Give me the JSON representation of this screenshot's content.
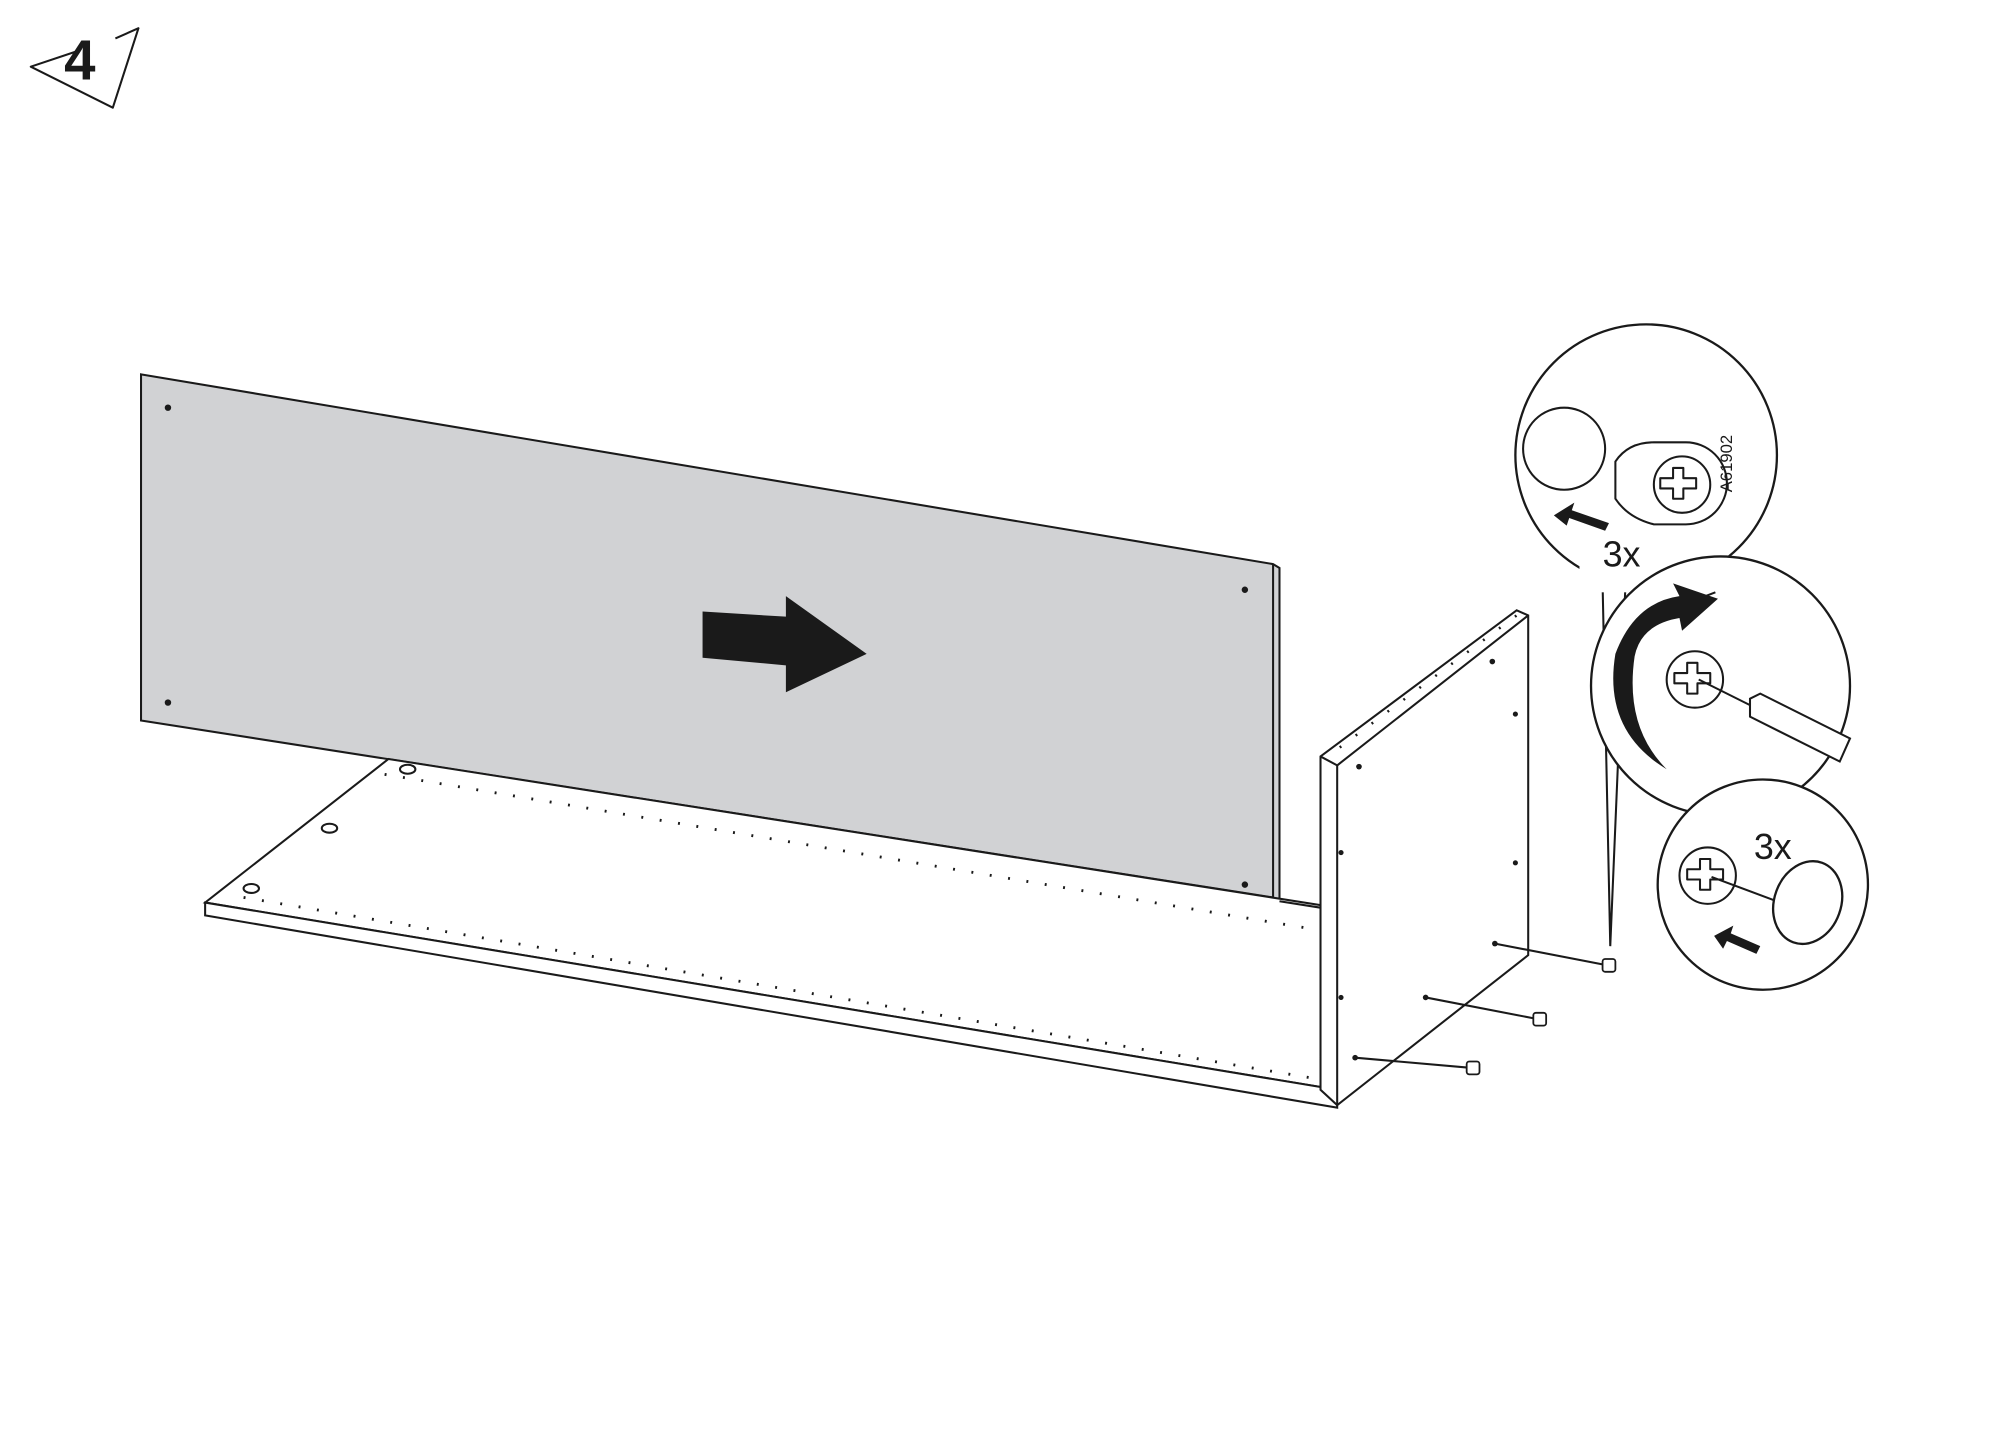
{
  "step": {
    "number": "4"
  },
  "details": {
    "top": {
      "quantity": "3x",
      "part_code": "A61902"
    },
    "bottom": {
      "quantity": "3x"
    }
  },
  "colors": {
    "panel": "#d1d2d4",
    "ink": "#1a1a1a"
  },
  "icons": [
    "step-triangle-icon",
    "push-arrow-icon",
    "rotate-arrow-icon",
    "insert-arrow-icon",
    "screwdriver-icon",
    "cam-lock-icon"
  ]
}
